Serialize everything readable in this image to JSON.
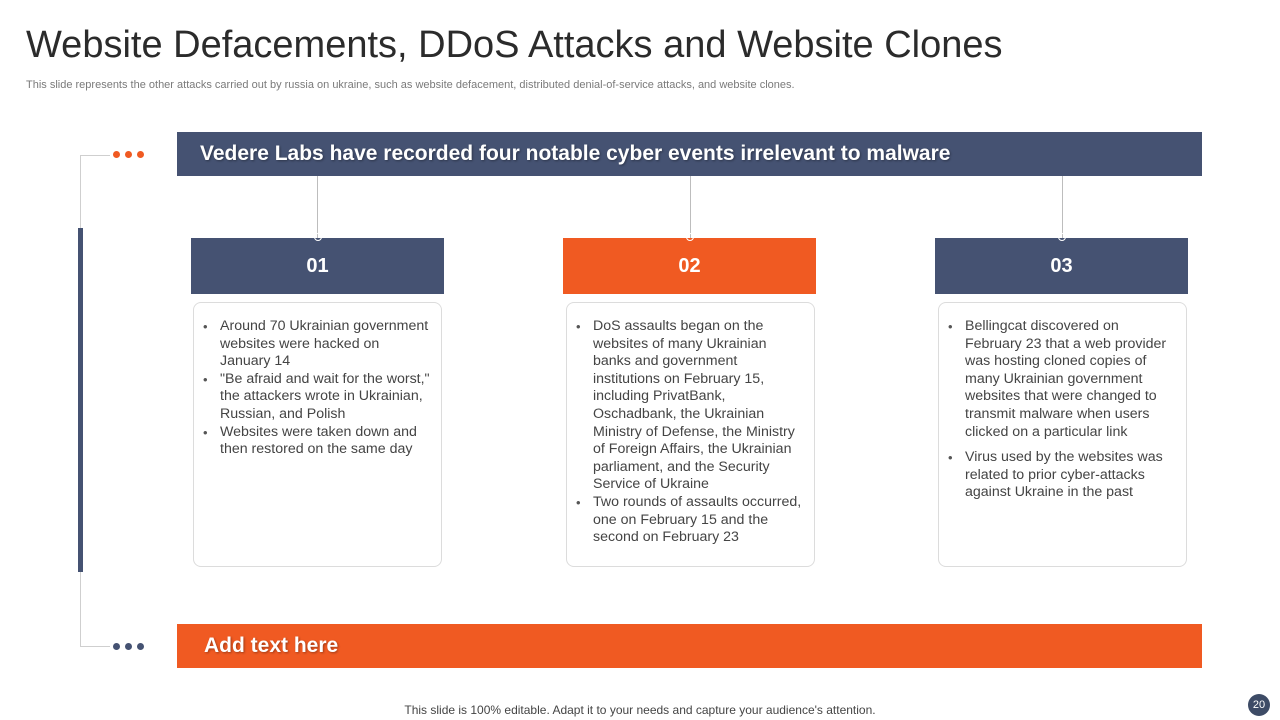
{
  "header": {
    "title": "Website Defacements, DDoS Attacks and Website Clones",
    "subtitle": "This slide represents the other attacks carried out by russia on ukraine, such as website defacement, distributed denial-of-service attacks, and website clones."
  },
  "colors": {
    "navy": "#455272",
    "orange": "#f05a22",
    "line_gray": "#cfcfcf"
  },
  "top_banner": {
    "text": "Vedere Labs have recorded four notable cyber events irrelevant to malware"
  },
  "bottom_banner": {
    "text": "Add text here"
  },
  "columns": [
    {
      "number": "01",
      "color": "#455272",
      "bullets": [
        "Around 70 Ukrainian government websites were hacked on January 14",
        "\"Be afraid and wait for the worst,\" the attackers wrote in Ukrainian, Russian, and Polish",
        "Websites were taken down and then restored on the same day"
      ]
    },
    {
      "number": "02",
      "color": "#f05a22",
      "bullets": [
        "DoS assaults began on the websites of many Ukrainian banks and government institutions on February 15, including PrivatBank, Oschadbank, the Ukrainian Ministry of Defense, the Ministry of Foreign Affairs, the Ukrainian parliament, and the Security Service of Ukraine",
        "Two rounds of assaults occurred, one on February 15 and the second on February 23"
      ]
    },
    {
      "number": "03",
      "color": "#455272",
      "bullets": [
        "Bellingcat discovered on February 23 that a web provider was hosting cloned copies of many Ukrainian government websites that were changed to transmit malware when users clicked on a particular link",
        "Virus used by the websites was related to prior cyber-attacks against Ukraine in the past"
      ]
    }
  ],
  "footer": {
    "note": "This slide is 100% editable. Adapt it to your needs and capture your audience's attention.",
    "page_number": "20"
  }
}
